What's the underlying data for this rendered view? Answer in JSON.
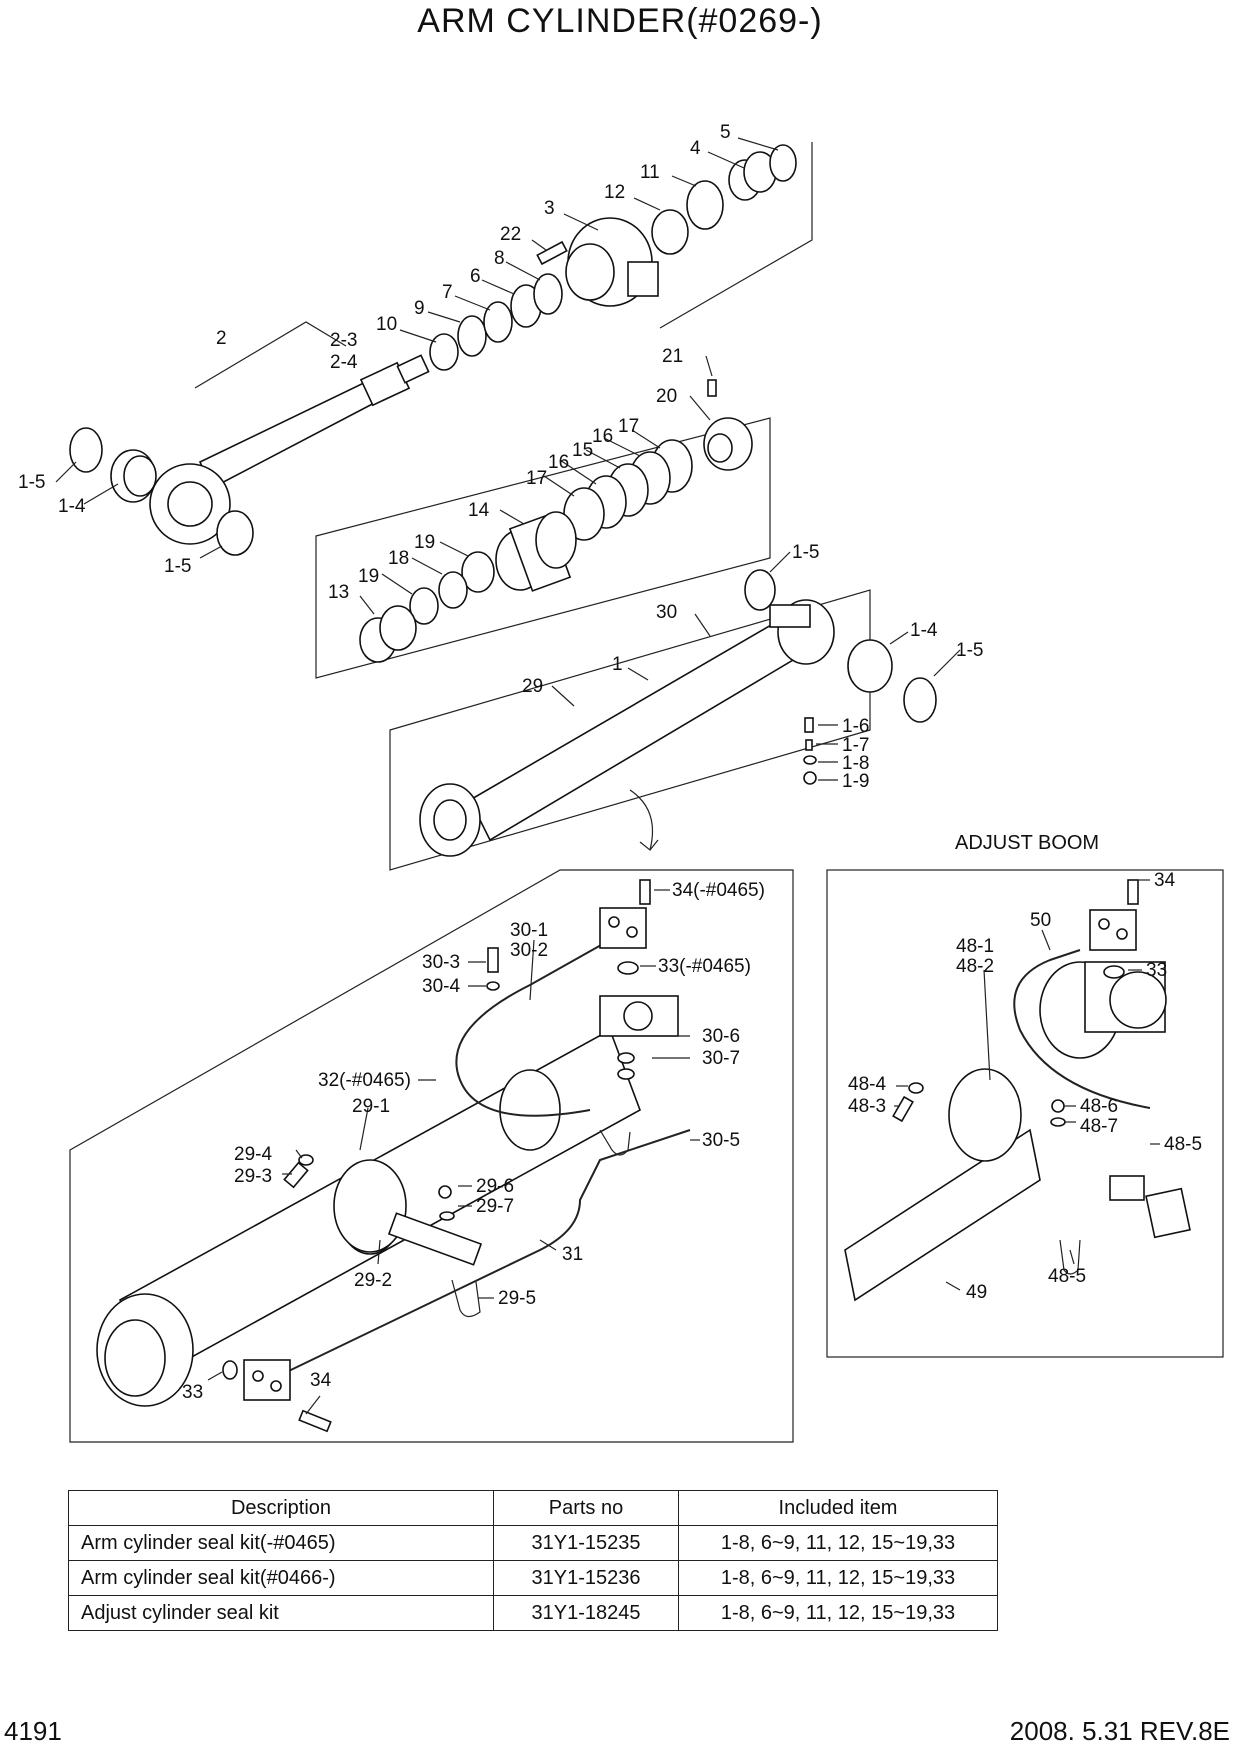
{
  "title": "ARM CYLINDER(#0269-)",
  "adjust_boom_title": "ADJUST BOOM",
  "callouts": {
    "c5": "5",
    "c4": "4",
    "c11": "11",
    "c12": "12",
    "c3": "3",
    "c22": "22",
    "c8": "8",
    "c6": "6",
    "c7": "7",
    "c9": "9",
    "c10": "10",
    "c2": "2",
    "c2_3": "2-3",
    "c2_4": "2-4",
    "c1_5a": "1-5",
    "c1_4a": "1-4",
    "c1_5b": "1-5",
    "c21": "21",
    "c20": "20",
    "c17a": "17",
    "c16a": "16",
    "c15": "15",
    "c16b": "16",
    "c17b": "17",
    "c14": "14",
    "c19a": "19",
    "c18": "18",
    "c19b": "19",
    "c13": "13",
    "c1_5c": "1-5",
    "c30": "30",
    "c1_4b": "1-4",
    "c1_5d": "1-5",
    "c1": "1",
    "c29": "29",
    "c1_6": "1-6",
    "c1_7": "1-7",
    "c1_8": "1-8",
    "c1_9": "1-9",
    "c34a": "34(-#0465)",
    "c30_1": "30-1",
    "c30_2": "30-2",
    "c30_3": "30-3",
    "c30_4": "30-4",
    "c33a": "33(-#0465)",
    "c30_6": "30-6",
    "c30_7": "30-7",
    "c32": "32(-#0465)",
    "c29_1": "29-1",
    "c29_4": "29-4",
    "c29_3": "29-3",
    "c30_5": "30-5",
    "c29_6": "29-6",
    "c29_7": "29-7",
    "c31": "31",
    "c29_2": "29-2",
    "c29_5": "29-5",
    "c33b": "33",
    "c34b": "34",
    "c34c": "34",
    "c50": "50",
    "c48_1": "48-1",
    "c48_2": "48-2",
    "c33c": "33",
    "c48_4": "48-4",
    "c48_3": "48-3",
    "c48_6": "48-6",
    "c48_7": "48-7",
    "c48_5": "48-5",
    "c48_5b": "48-5",
    "c49": "49"
  },
  "kits": {
    "headers": [
      "Description",
      "Parts no",
      "Included item"
    ],
    "rows": [
      [
        "Arm cylinder seal kit(-#0465)",
        "31Y1-15235",
        "1-8, 6~9, 11, 12, 15~19,33"
      ],
      [
        "Arm cylinder seal kit(#0466-)",
        "31Y1-15236",
        "1-8, 6~9, 11, 12, 15~19,33"
      ],
      [
        "Adjust cylinder seal kit",
        "31Y1-18245",
        "1-8, 6~9, 11, 12, 15~19,33"
      ]
    ]
  },
  "footer": {
    "page": "4191",
    "revision": "2008. 5.31  REV.8E"
  }
}
